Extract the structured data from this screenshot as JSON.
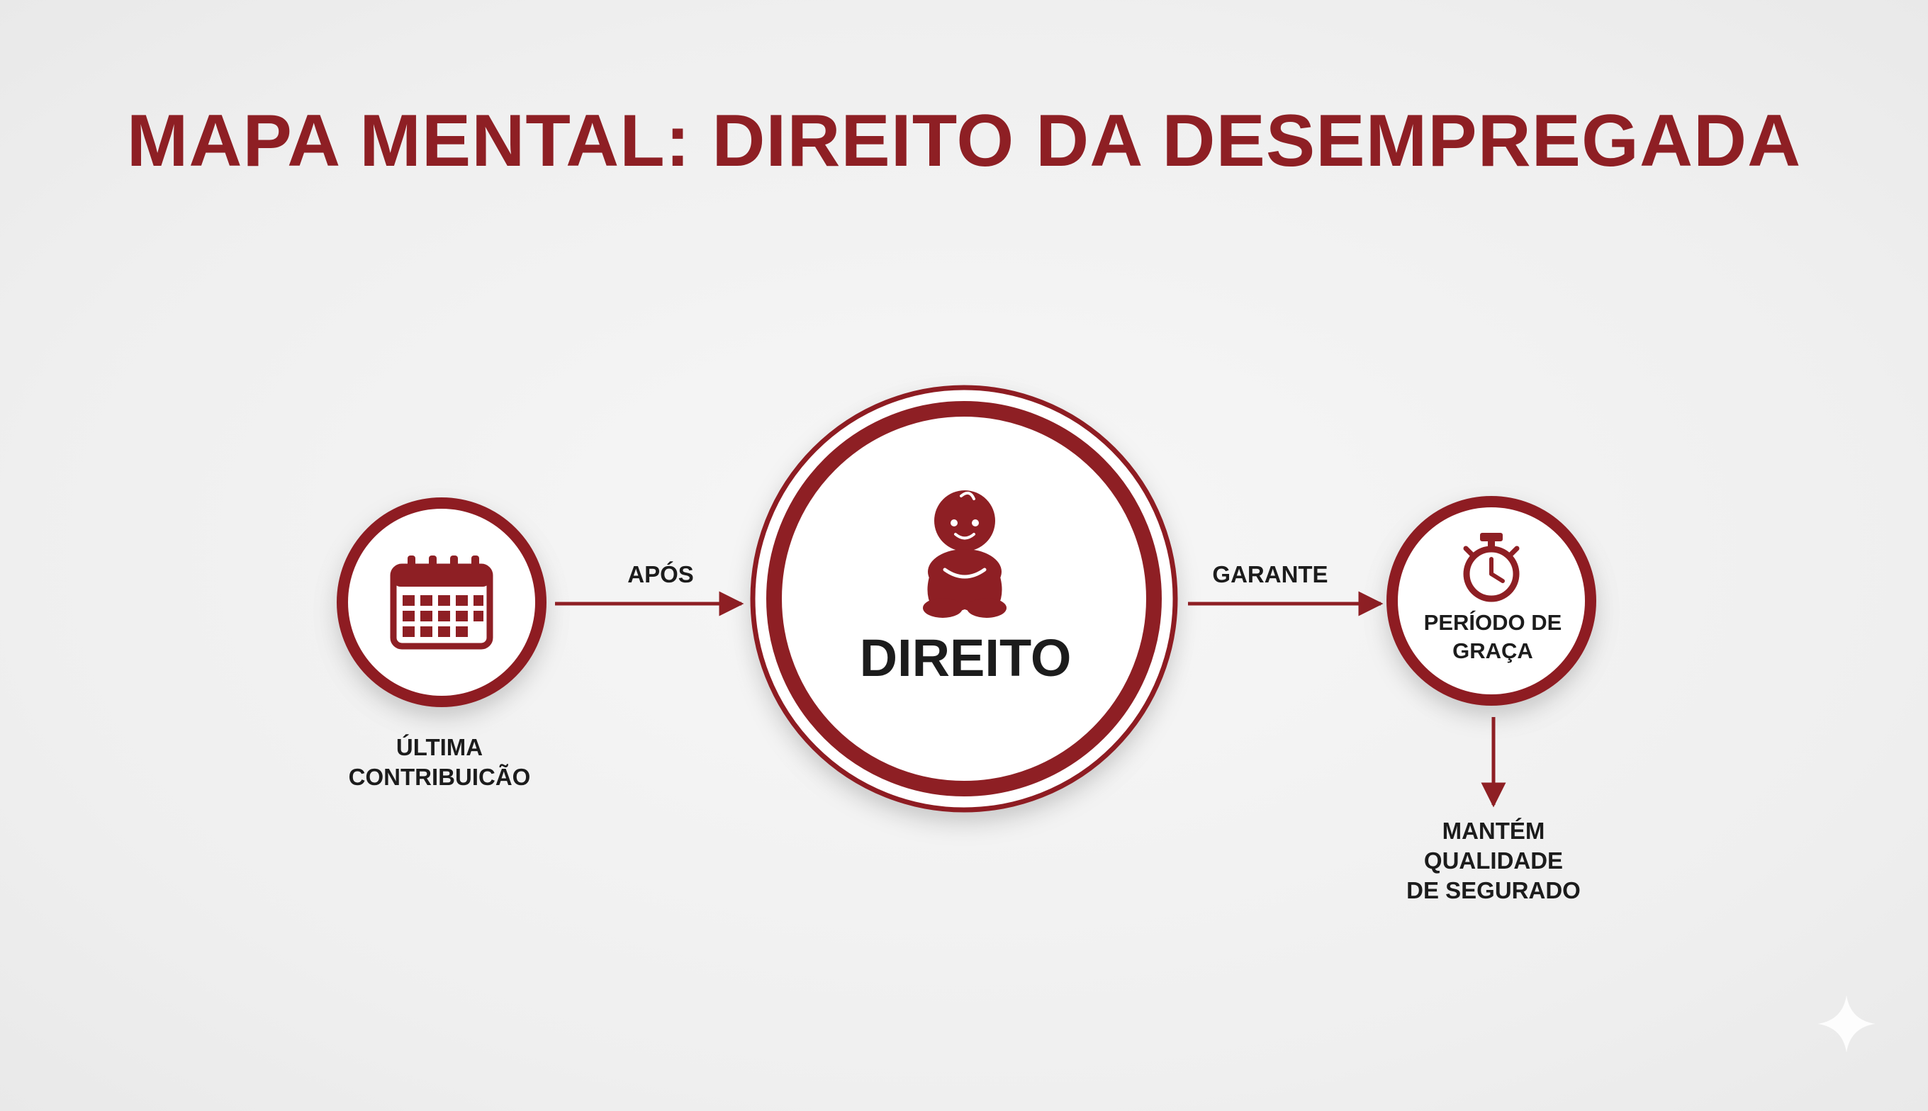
{
  "title": "MAPA MENTAL: DIREITO DA DESEMPREGADA",
  "colors": {
    "accent": "#8e1f24",
    "text": "#1c1c1c",
    "background": "#f2f2f2"
  },
  "nodes": {
    "left": {
      "icon": "calendar-icon",
      "label_line1": "ÚLTIMA",
      "label_line2": "CONTRIBUICÃO"
    },
    "center": {
      "icon": "baby-icon",
      "label": "DIREITO"
    },
    "right": {
      "icon": "stopwatch-icon",
      "label_line1": "PERÍODO DE",
      "label_line2": "GRAÇA"
    },
    "bottom": {
      "label_line1": "MANTÉM",
      "label_line2": "QUALIDADE",
      "label_line3": "DE SEGURADO"
    }
  },
  "edges": {
    "left_to_center": "APÓS",
    "center_to_right": "GARANTE"
  }
}
